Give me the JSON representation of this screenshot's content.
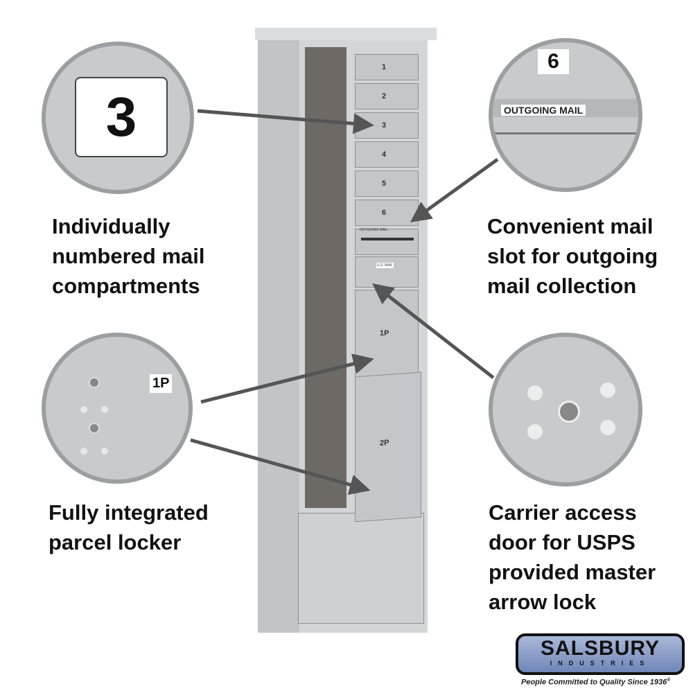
{
  "callouts": {
    "top_left": {
      "badge": "3",
      "caption": [
        "Individually",
        "numbered mail",
        "compartments"
      ]
    },
    "top_right": {
      "badge": "6",
      "label": "OUTGOING MAIL",
      "caption": [
        "Convenient mail",
        "slot for outgoing",
        "mail collection"
      ]
    },
    "bottom_left": {
      "badge": "1P",
      "caption": [
        "Fully integrated",
        "parcel locker"
      ]
    },
    "bottom_right": {
      "caption": [
        "Carrier access",
        "door for USPS",
        "provided master",
        "arrow lock"
      ]
    }
  },
  "cabinet": {
    "doors": [
      "1",
      "2",
      "3",
      "4",
      "5",
      "6"
    ],
    "outgoing_label": "OUTGOING MAIL",
    "usps_label": "U.S. MAIL",
    "parcels": [
      "1P",
      "2P"
    ]
  },
  "logo": {
    "name": "SALSBURY",
    "sub": "INDUSTRIES",
    "tagline": "People Committed to Quality Since 1936",
    "mark": "®"
  },
  "colors": {
    "metal": "#c9cacc",
    "arrow": "#555555",
    "logo_blue": "#6f86b8"
  }
}
